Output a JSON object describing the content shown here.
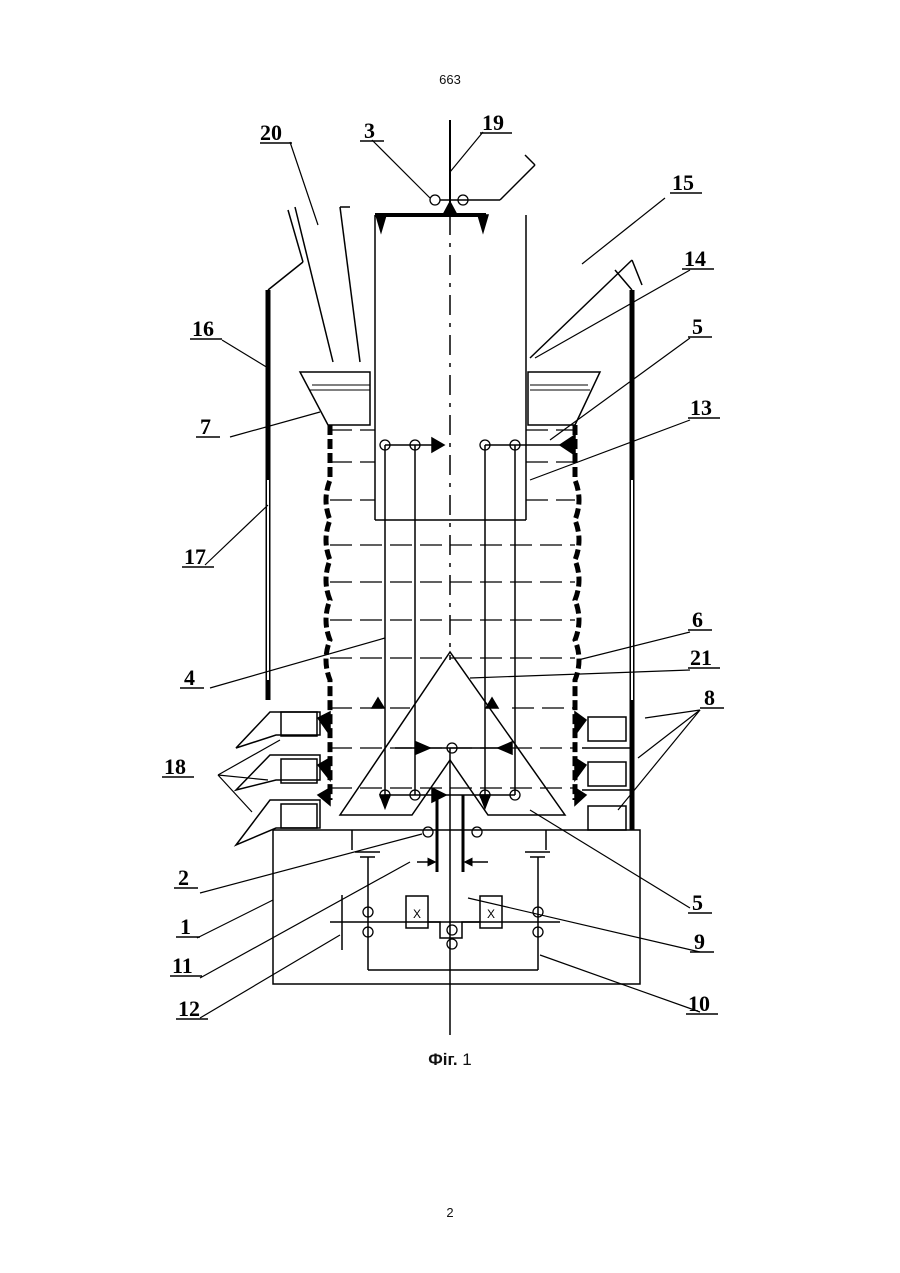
{
  "header": {
    "page_code": "663"
  },
  "footer": {
    "page_number": "2"
  },
  "figure": {
    "caption_bold": "Фіг.",
    "caption_number": " 1"
  },
  "labels": {
    "l1": "1",
    "l2": "2",
    "l3": "3",
    "l4": "4",
    "l5a": "5",
    "l5b": "5",
    "l6": "6",
    "l7": "7",
    "l8": "8",
    "l9": "9",
    "l10": "10",
    "l11": "11",
    "l12": "12",
    "l13": "13",
    "l14": "14",
    "l15": "15",
    "l16": "16",
    "l17": "17",
    "l18": "18",
    "l19": "19",
    "l20": "20",
    "l21": "21"
  },
  "gear_mark": "X"
}
